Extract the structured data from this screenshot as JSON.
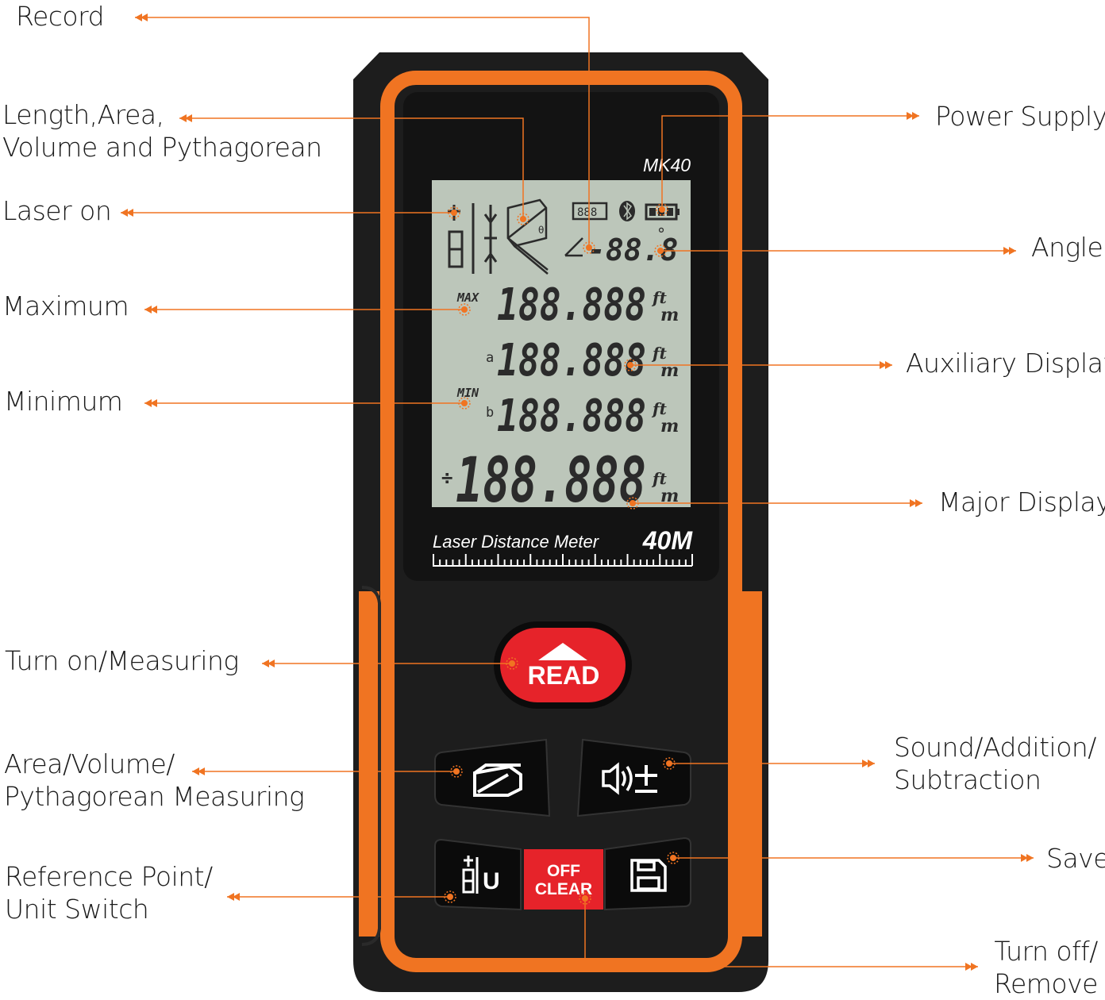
{
  "device": {
    "model": "MK40",
    "brand_line": "Laser Distance Meter",
    "range": "40M",
    "read_label": "READ",
    "off_label": "OFF",
    "clear_label": "CLEAR",
    "lcd": {
      "angle": "-88.8",
      "angle_unit": "°",
      "max_tag": "MAX",
      "min_tag": "MIN",
      "a_tag": "a",
      "b_tag": "b",
      "row1": "188.888",
      "row2": "188.888",
      "row3": "188.888",
      "major": "188.888",
      "unit_ft": "ft",
      "unit_m": "m"
    }
  },
  "colors": {
    "accent": "#f07422",
    "body": "#1d1d1d",
    "lcd": "#bcc6ba",
    "read": "#e6232a"
  },
  "labels": {
    "left": [
      {
        "id": "record",
        "lines": [
          "Record"
        ]
      },
      {
        "id": "length",
        "lines": [
          "Length,Area,",
          "Volume and Pythagorean"
        ]
      },
      {
        "id": "laser",
        "lines": [
          "Laser on"
        ]
      },
      {
        "id": "maximum",
        "lines": [
          "Maximum"
        ]
      },
      {
        "id": "minimum",
        "lines": [
          "Minimum"
        ]
      },
      {
        "id": "turn-on",
        "lines": [
          "Turn on/Measuring"
        ]
      },
      {
        "id": "area",
        "lines": [
          "Area/Volume/",
          "Pythagorean Measuring"
        ]
      },
      {
        "id": "reference",
        "lines": [
          "Reference Point/",
          "Unit Switch"
        ]
      }
    ],
    "right": [
      {
        "id": "power",
        "lines": [
          "Power Supply"
        ]
      },
      {
        "id": "angle",
        "lines": [
          "Angle"
        ]
      },
      {
        "id": "auxiliary",
        "lines": [
          "Auxiliary Display"
        ]
      },
      {
        "id": "major",
        "lines": [
          "Major Display"
        ]
      },
      {
        "id": "sound",
        "lines": [
          "Sound/Addition/",
          "Subtraction"
        ]
      },
      {
        "id": "save",
        "lines": [
          "Save"
        ]
      },
      {
        "id": "turn-off",
        "lines": [
          "Turn off/",
          "Remove"
        ]
      }
    ]
  }
}
